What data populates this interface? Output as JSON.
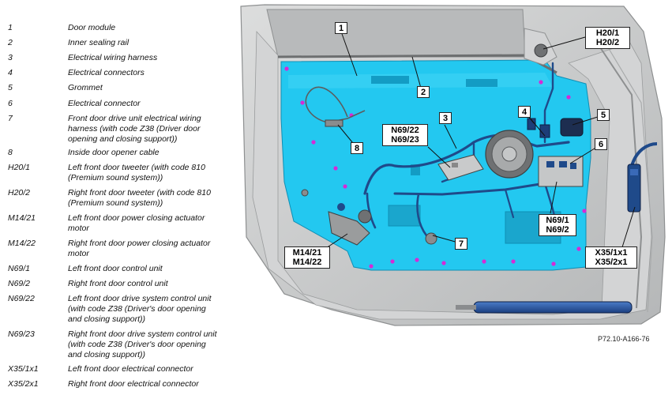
{
  "legend": [
    {
      "code": "1",
      "desc": "Door module"
    },
    {
      "code": "2",
      "desc": "Inner sealing rail"
    },
    {
      "code": "3",
      "desc": "Electrical wiring harness"
    },
    {
      "code": "4",
      "desc": "Electrical connectors"
    },
    {
      "code": "5",
      "desc": "Grommet"
    },
    {
      "code": "6",
      "desc": "Electrical connector"
    },
    {
      "code": "7",
      "desc": "Front door drive unit electrical wiring harness (with code Z38 (Driver door opening and closing support))"
    },
    {
      "code": "8",
      "desc": "Inside door opener cable"
    },
    {
      "code": "H20/1",
      "desc": "Left front door tweeter (with code 810 (Premium sound system))"
    },
    {
      "code": "H20/2",
      "desc": "Right front door tweeter (with code 810 (Premium sound system))"
    },
    {
      "code": "M14/21",
      "desc": "Left front door power closing actuator motor"
    },
    {
      "code": "M14/22",
      "desc": "Right front door power closing actuator motor"
    },
    {
      "code": "N69/1",
      "desc": "Left front door control unit"
    },
    {
      "code": "N69/2",
      "desc": "Right front door control unit"
    },
    {
      "code": "N69/22",
      "desc": "Left front door drive system control unit (with code Z38 (Driver's door opening and closing support))"
    },
    {
      "code": "N69/23",
      "desc": "Right front door drive system control unit (with code Z38 (Driver's door opening and closing support))"
    },
    {
      "code": "X35/1x1",
      "desc": "Left front door electrical connector"
    },
    {
      "code": "X35/2x1",
      "desc": "Right front door electrical connector"
    }
  ],
  "callouts": {
    "c1": "1",
    "c2": "2",
    "c3": "3",
    "c4": "4",
    "c5": "5",
    "c6": "6",
    "c7": "7",
    "c8": "8",
    "h20_a": "H20/1",
    "h20_b": "H20/2",
    "n6922_a": "N69/22",
    "n6922_b": "N69/23",
    "n691_a": "N69/1",
    "n691_b": "N69/2",
    "m14_a": "M14/21",
    "m14_b": "M14/22",
    "x35_a": "X35/1x1",
    "x35_b": "X35/2x1"
  },
  "reference_code": "P72.10-A166-76",
  "colors": {
    "door_module": "#23c8f0",
    "door_frame": "#c9cacb",
    "harness": "#1f4a8a",
    "dots": "#d62ad6"
  }
}
